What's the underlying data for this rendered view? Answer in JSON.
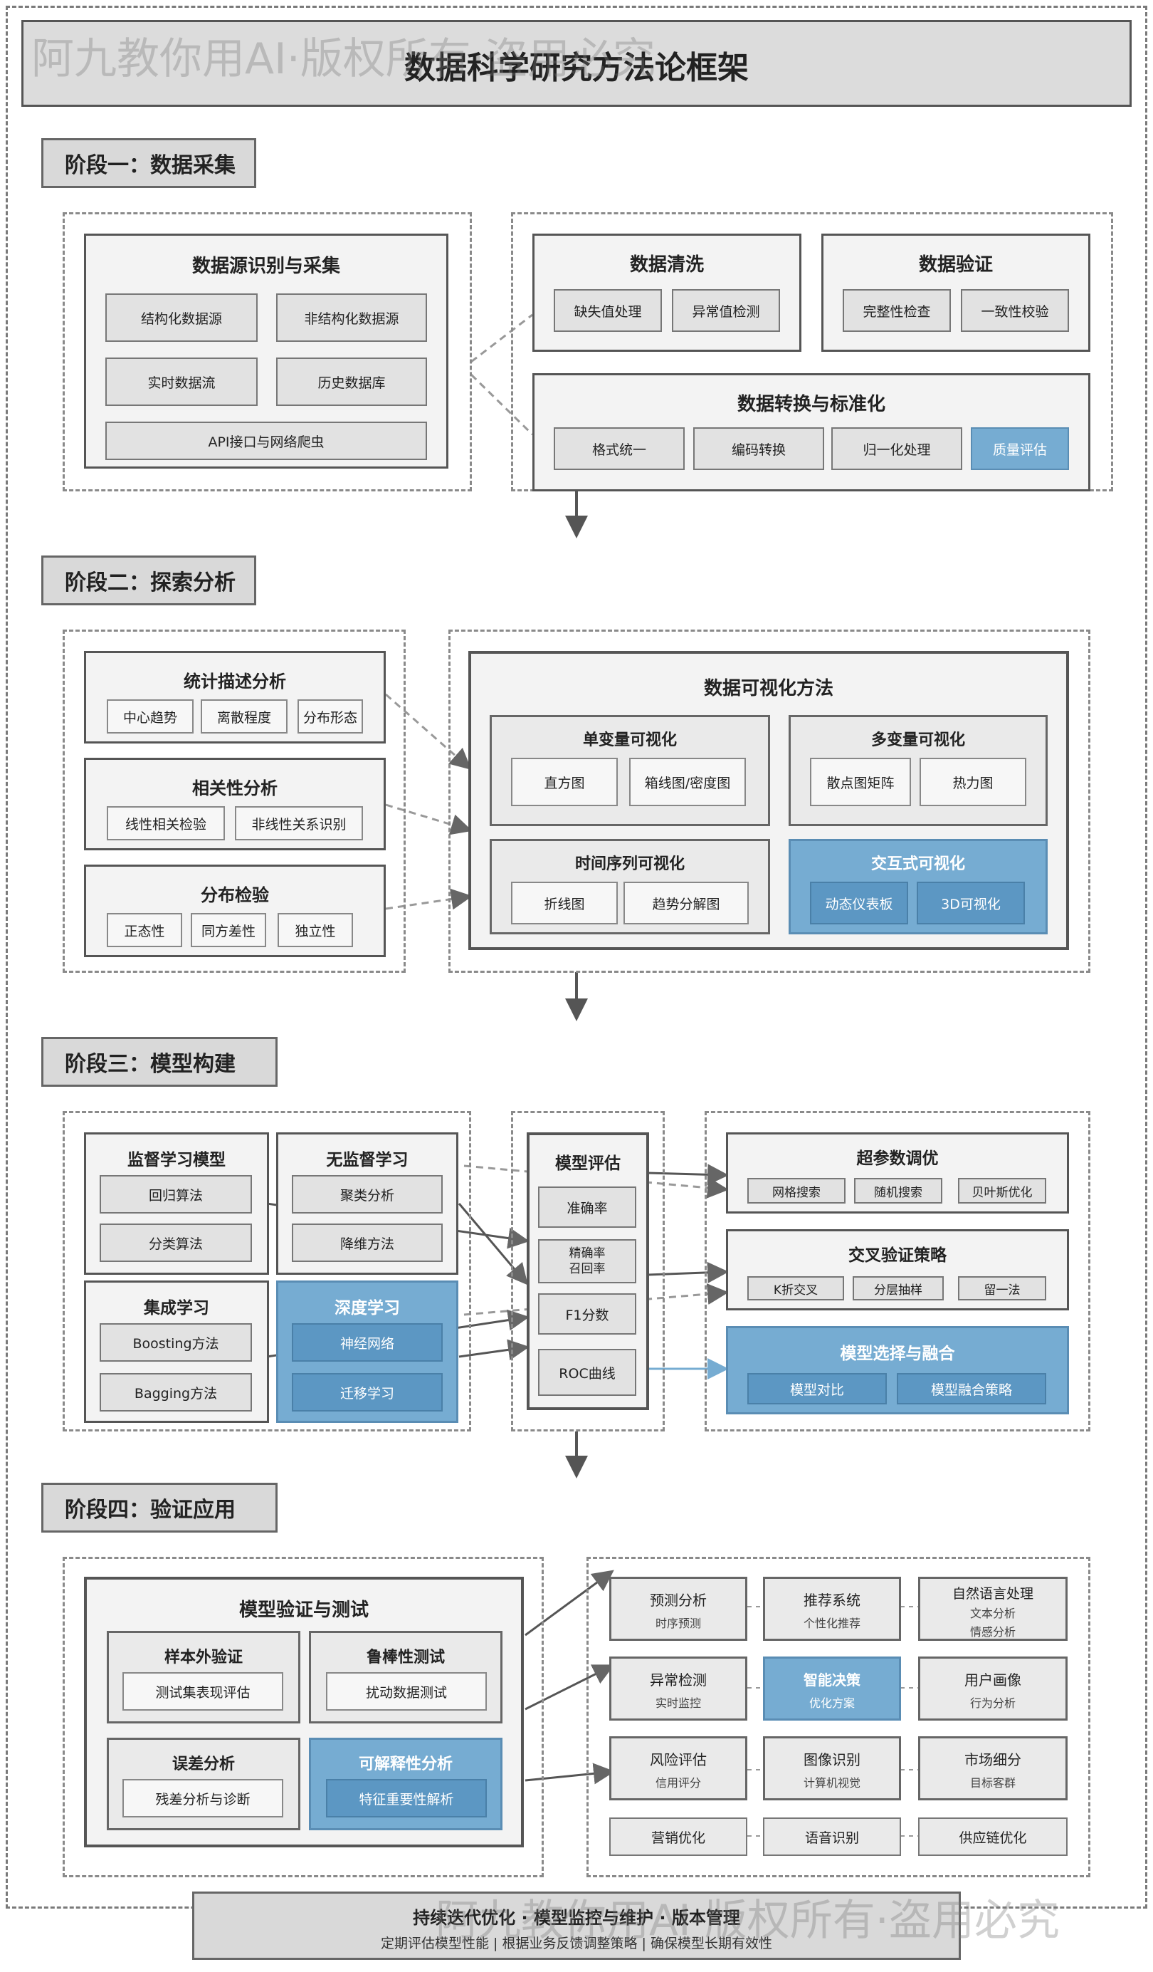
{
  "watermark": "阿九教你用AI·版权所有·盗用必究",
  "title": "数据科学研究方法论框架",
  "stage1": {
    "label": "阶段一：数据采集",
    "source": {
      "title": "数据源识别与采集",
      "items": [
        "结构化数据源",
        "非结构化数据源",
        "实时数据流",
        "历史数据库",
        "API接口与网络爬虫"
      ]
    },
    "clean": {
      "title": "数据清洗",
      "items": [
        "缺失值处理",
        "异常值检测"
      ]
    },
    "verify": {
      "title": "数据验证",
      "items": [
        "完整性检查",
        "一致性校验"
      ]
    },
    "transform": {
      "title": "数据转换与标准化",
      "items": [
        "格式统一",
        "编码转换",
        "归一化处理",
        "质量评估"
      ]
    }
  },
  "stage2": {
    "label": "阶段二：探索分析",
    "stats": {
      "title": "统计描述分析",
      "items": [
        "中心趋势",
        "离散程度",
        "分布形态"
      ]
    },
    "corr": {
      "title": "相关性分析",
      "items": [
        "线性相关检验",
        "非线性关系识别"
      ]
    },
    "dist": {
      "title": "分布检验",
      "items": [
        "正态性",
        "同方差性",
        "独立性"
      ]
    },
    "viz": {
      "title": "数据可视化方法"
    },
    "uni": {
      "title": "单变量可视化",
      "items": [
        "直方图",
        "箱线图/密度图"
      ]
    },
    "multi": {
      "title": "多变量可视化",
      "items": [
        "散点图矩阵",
        "热力图"
      ]
    },
    "ts": {
      "title": "时间序列可视化",
      "items": [
        "折线图",
        "趋势分解图"
      ]
    },
    "inter": {
      "title": "交互式可视化",
      "items": [
        "动态仪表板",
        "3D可视化"
      ]
    }
  },
  "stage3": {
    "label": "阶段三：模型构建",
    "sup": {
      "title": "监督学习模型",
      "items": [
        "回归算法",
        "分类算法"
      ]
    },
    "unsup": {
      "title": "无监督学习",
      "items": [
        "聚类分析",
        "降维方法"
      ]
    },
    "ens": {
      "title": "集成学习",
      "items": [
        "Boosting方法",
        "Bagging方法"
      ]
    },
    "deep": {
      "title": "深度学习",
      "items": [
        "神经网络",
        "迁移学习"
      ]
    },
    "eval": {
      "title": "模型评估",
      "items": [
        "准确率",
        "精确率\n召回率",
        "F1分数",
        "ROC曲线"
      ]
    },
    "hyper": {
      "title": "超参数调优",
      "items": [
        "网格搜索",
        "随机搜索",
        "贝叶斯优化"
      ]
    },
    "cv": {
      "title": "交叉验证策略",
      "items": [
        "K折交叉",
        "分层抽样",
        "留一法"
      ]
    },
    "select": {
      "title": "模型选择与融合",
      "items": [
        "模型对比",
        "模型融合策略"
      ]
    }
  },
  "stage4": {
    "label": "阶段四：验证应用",
    "test": {
      "title": "模型验证与测试"
    },
    "oos": {
      "title": "样本外验证",
      "item": "测试集表现评估"
    },
    "robust": {
      "title": "鲁棒性测试",
      "item": "扰动数据测试"
    },
    "err": {
      "title": "误差分析",
      "item": "残差分析与诊断"
    },
    "explain": {
      "title": "可解释性分析",
      "item": "特征重要性解析"
    },
    "apps": [
      {
        "title": "预测分析",
        "sub": "时序预测"
      },
      {
        "title": "推荐系统",
        "sub": "个性化推荐"
      },
      {
        "title": "自然语言处理",
        "sub": "文本分析",
        "sub2": "情感分析"
      },
      {
        "title": "异常检测",
        "sub": "实时监控"
      },
      {
        "title": "智能决策",
        "sub": "优化方案"
      },
      {
        "title": "用户画像",
        "sub": "行为分析"
      },
      {
        "title": "风险评估",
        "sub": "信用评分"
      },
      {
        "title": "图像识别",
        "sub": "计算机视觉"
      },
      {
        "title": "市场细分",
        "sub": "目标客群"
      },
      {
        "title": "营销优化"
      },
      {
        "title": "语音识别"
      },
      {
        "title": "供应链优化"
      }
    ]
  },
  "footer": {
    "title": "持续迭代优化 · 模型监控与维护 · 版本管理",
    "sub": "定期评估模型性能 | 根据业务反馈调整策略 | 确保模型长期有效性"
  },
  "colors": {
    "accent": "#76acd2",
    "accent_dark": "#5c97c3",
    "gray": "#d9d9d9"
  }
}
